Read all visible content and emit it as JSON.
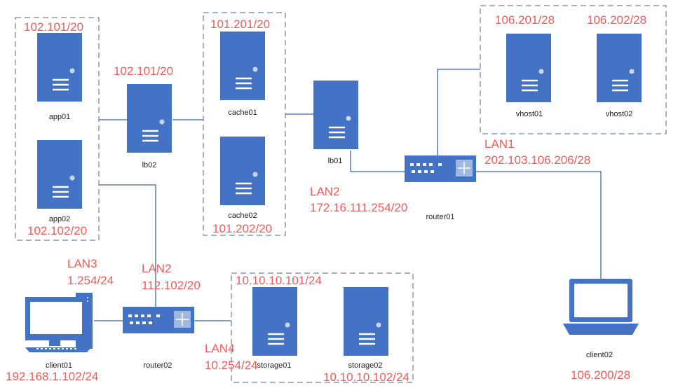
{
  "colors": {
    "device": "#4472c4",
    "link": "#3f66a8",
    "annotation": "#f05a5a",
    "group_border": "#4a6a8e"
  },
  "devices": {
    "app01": "app01",
    "app02": "app02",
    "lb02": "lb02",
    "cache01": "cache01",
    "cache02": "cache02",
    "lb01": "lb01",
    "vhost01": "vhost01",
    "vhost02": "vhost02",
    "router01": "router01",
    "router02": "router02",
    "client01": "client01",
    "client02": "client02",
    "storage01": "storage01",
    "storage02": "storage02"
  },
  "annotations": {
    "app01_ip": "102.101/20",
    "app02_ip": "102.102/20",
    "lb02_ip": "102.101/20",
    "cache01_ip": "101.201/20",
    "cache02_ip": "101.202/20",
    "vhost01_ip": "106.201/28",
    "vhost02_ip": "106.202/28",
    "lan1_name": "LAN1",
    "lan1_ip": "202.103.106.206/28",
    "lan2_name": "LAN2",
    "lan2_ip": "172.16.111.254/20",
    "lan3_name": "LAN3",
    "lan3_ip": "1.254/24",
    "lan2b_name": "LAN2",
    "lan2b_ip": "112.102/20",
    "lan4_name": "LAN4",
    "lan4_ip": "10.254/24",
    "storage01_ip": "10.10.10.101/24",
    "storage02_ip": "10.10.10.102/24",
    "client01_ip": "192.168.1.102/24",
    "client02_ip": "106.200/28"
  }
}
